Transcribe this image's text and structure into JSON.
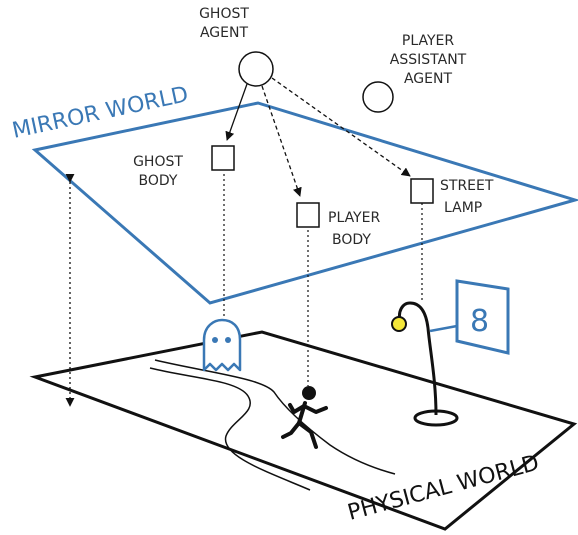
{
  "labels": {
    "ghost_agent": [
      "GHOST",
      "AGENT"
    ],
    "player_assistant_agent": [
      "PLAYER",
      "ASSISTANT",
      "AGENT"
    ],
    "mirror_world": "MIRROR WORLD",
    "ghost_body": [
      "GHOST",
      "BODY"
    ],
    "player_body": [
      "PLAYER",
      "BODY"
    ],
    "street_lamp": [
      "STREET",
      "LAMP"
    ],
    "physical_world": "PHYSICAL WORLD",
    "score": "8"
  },
  "colors": {
    "mirror_blue": "#3a78b5",
    "ink": "#111111",
    "lamp_light": "#f4e73a"
  },
  "icons": {
    "ghost": "ghost-icon",
    "runner": "runner-icon",
    "lamp": "street-lamp-icon",
    "score_sign": "score-sign-icon"
  }
}
